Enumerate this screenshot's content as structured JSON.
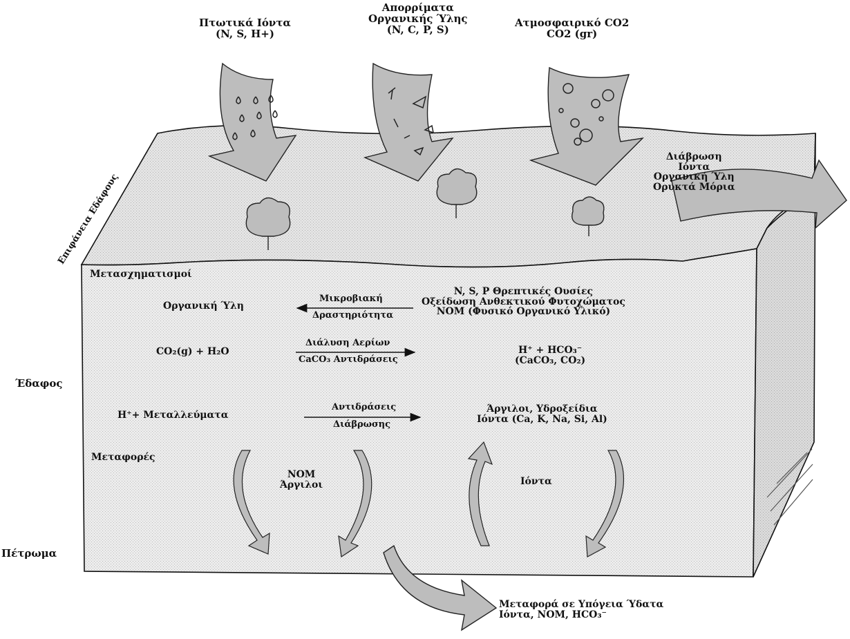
{
  "inputs": {
    "precipitation": {
      "line1": "Πτωτικά Ιόντα",
      "line2": "(N, S, H+)"
    },
    "organic_waste": {
      "line1": "Απορρίματα",
      "line2": "Οργανικής Ύλης",
      "line3": "(N, C, P, S)"
    },
    "atmospheric_co2": {
      "line1": "Ατμοσφαιρικό CO2",
      "line2": "CO2 (gr)"
    }
  },
  "surface_label": "Επιφάνεια Εδάφους",
  "runoff": {
    "line1": "Διάβρωση",
    "line2": "Ιόντα",
    "line3": "Οργανική Ύλη",
    "line4": "Ορυκτά Μόρια"
  },
  "side_labels": {
    "soil": "Έδαφος",
    "rock": "Πέτρωμα"
  },
  "transformations": {
    "heading": "Μετασχηματισμοί",
    "r1": {
      "left": "Οργανική Ύλη",
      "above": "Μικροβιακή",
      "below": "Δραστηριότητα",
      "right1": "N, S, P Θρεπτικές Ουσίες",
      "right2": "Οξείδωση Ανθεκτικού Φυτοχώματος",
      "right3": "NOM (Φυσικό Οργανικό Υλικό)"
    },
    "r2": {
      "left": "CO₂(g) + H₂O",
      "above": "Διάλυση Αερίων",
      "below": "CaCO₃ Αντιδράσεις",
      "right1": "H⁺ + HCO₃⁻",
      "right2": "(CaCO₃, CO₂)"
    },
    "r3": {
      "left": "H⁺+ Μεταλλεύματα",
      "above": "Αντιδράσεις",
      "below": "Διάβρωσης",
      "right1": "Άργιλοι, Υδροξείδια",
      "right2": "Ιόντα (Ca, K, Na, Si, Al)"
    }
  },
  "transport": {
    "heading": "Μεταφορές",
    "left1": "NOM",
    "left2": "Άργιλοι",
    "right": "Ιόντα"
  },
  "groundwater": {
    "line1": "Μεταφορά σε Υπόγεια Ύδατα",
    "line2": "Ιόντα, NOM, HCO₃⁻"
  },
  "colors": {
    "arrow_fill": "#bdbdbd",
    "box_fill": "#ececec",
    "top_fill": "#e2e2e2",
    "side_fill": "#d9d9d9",
    "line": "#111111"
  }
}
